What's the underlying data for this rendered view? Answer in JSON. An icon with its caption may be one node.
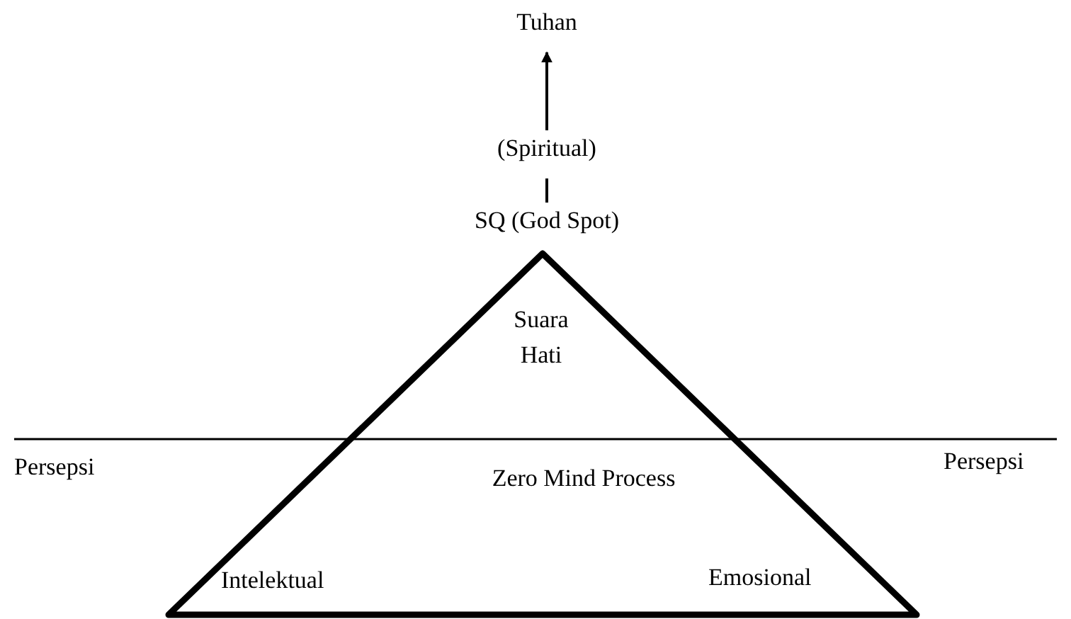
{
  "diagram": {
    "nodes": [
      {
        "text": [
          "Tuhan"
        ]
      },
      {
        "text": [
          "(Spiritual)"
        ]
      },
      {
        "text": [
          "SQ (God Spot)"
        ]
      },
      {
        "text": [
          "Suara Hati",
          "Zero Mind Process",
          "Intelektual",
          "Emosional"
        ]
      }
    ],
    "edges": [
      {
        "from": 1,
        "to": 0,
        "arrow": "to"
      },
      {
        "from": 2,
        "to": 1,
        "arrow": "none"
      }
    ],
    "labels": [
      "Persepsi",
      "Persepsi"
    ]
  }
}
